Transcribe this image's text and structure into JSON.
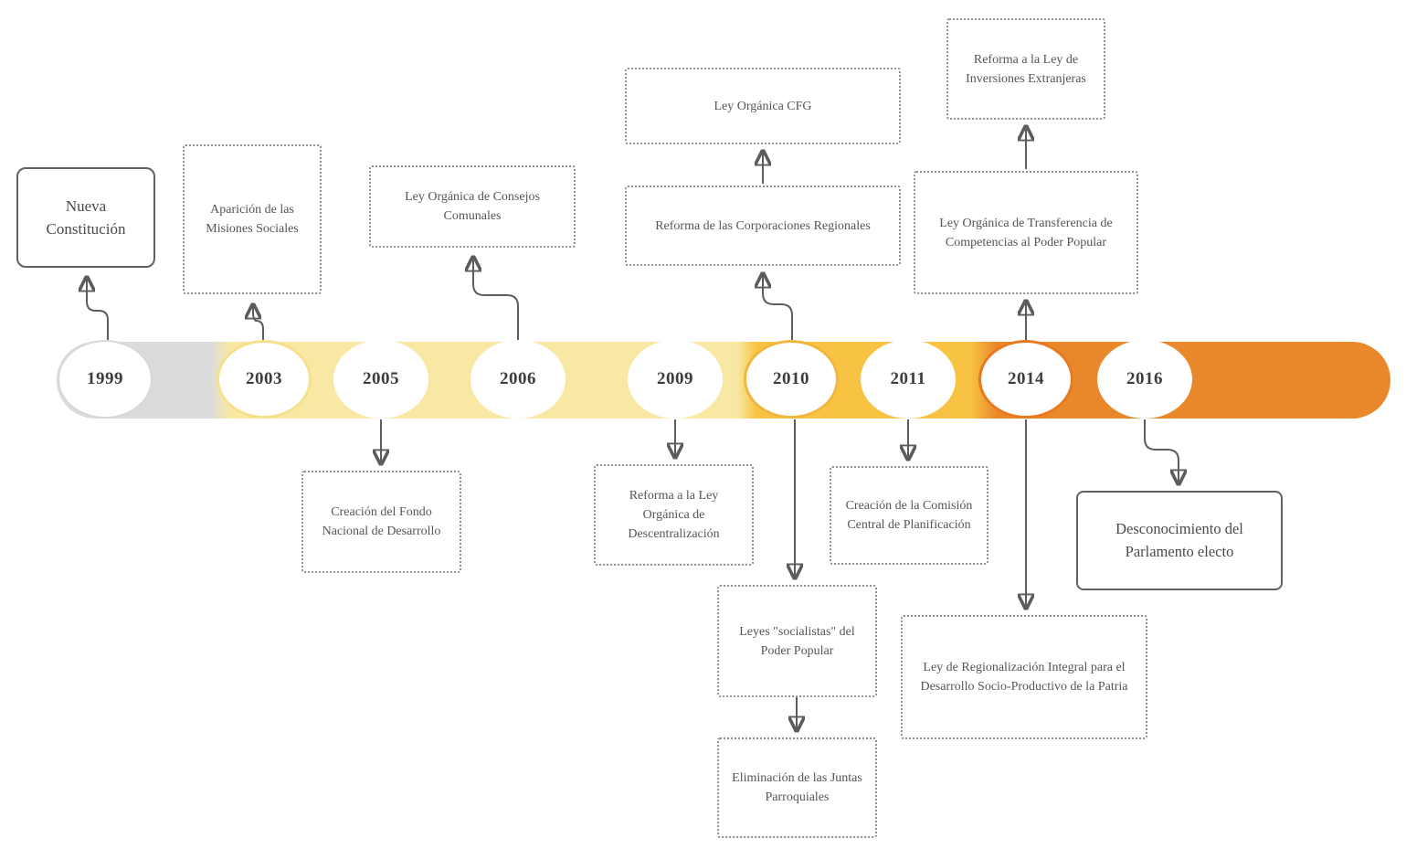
{
  "diagram": {
    "type": "timeline",
    "orientation": "horizontal",
    "bar_phase_colors": [
      "#dbdbdd",
      "#f8e8a4",
      "#f8c342",
      "#e9872b"
    ],
    "ring_colors": {
      "y1999": "#d7d7d9",
      "y2003": "#f7e08c",
      "y2010": "#f1b63e",
      "y2014": "#e8791e"
    },
    "years": [
      {
        "label": "1999"
      },
      {
        "label": "2003"
      },
      {
        "label": "2005"
      },
      {
        "label": "2006"
      },
      {
        "label": "2009"
      },
      {
        "label": "2010"
      },
      {
        "label": "2011"
      },
      {
        "label": "2014"
      },
      {
        "label": "2016"
      }
    ],
    "events": {
      "nueva": {
        "label": "Nueva Constitución",
        "style": "solid",
        "position": "above",
        "year": "1999"
      },
      "misiones": {
        "label": "Aparición de las Misiones Sociales",
        "style": "dotted",
        "position": "above",
        "year": "2003"
      },
      "consejos": {
        "label": "Ley Orgánica de Consejos Comunales",
        "style": "dotted",
        "position": "above",
        "year": "2006"
      },
      "cfg": {
        "label": "Ley Orgánica CFG",
        "style": "dotted",
        "position": "above",
        "year": "2010"
      },
      "corporaciones": {
        "label": "Reforma de las Corporaciones Regionales",
        "style": "dotted",
        "position": "above",
        "year": "2010"
      },
      "inversiones": {
        "label": "Reforma a la Ley de Inversiones Extranjeras",
        "style": "dotted",
        "position": "above",
        "year": "2014"
      },
      "transferencia": {
        "label": "Ley Orgánica de Transferencia de Competencias al Poder Popular",
        "style": "dotted",
        "position": "above",
        "year": "2014"
      },
      "fondo": {
        "label": "Creación del Fondo Nacional de Desarrollo",
        "style": "dotted",
        "position": "below",
        "year": "2005"
      },
      "descentralizacion": {
        "label": "Reforma a la Ley Orgánica de Descentralización",
        "style": "dotted",
        "position": "below",
        "year": "2009"
      },
      "comision": {
        "label": "Creación de la Comisión Central de Planificación",
        "style": "dotted",
        "position": "below",
        "year": "2011"
      },
      "socialistas": {
        "label": "Leyes \"socialistas\" del Poder Popular",
        "style": "dotted",
        "position": "below",
        "year": "2010"
      },
      "juntas": {
        "label": "Eliminación de las Juntas Parroquiales",
        "style": "dotted",
        "position": "below",
        "year": "2010"
      },
      "regionalizacion": {
        "label": "Ley de Regionalización Integral para el Desarrollo Socio-Productivo de la Patria",
        "style": "dotted",
        "position": "below",
        "year": "2014"
      },
      "parlamento": {
        "label": "Desconocimiento del Parlamento electo",
        "style": "solid",
        "position": "below",
        "year": "2016"
      }
    },
    "connections": [
      {
        "from": "1999",
        "to": "nueva"
      },
      {
        "from": "2003",
        "to": "misiones"
      },
      {
        "from": "2006",
        "to": "consejos"
      },
      {
        "from": "2010",
        "to": "corporaciones"
      },
      {
        "from": "corporaciones",
        "to": "cfg"
      },
      {
        "from": "2014",
        "to": "transferencia"
      },
      {
        "from": "transferencia",
        "to": "inversiones"
      },
      {
        "from": "2005",
        "to": "fondo"
      },
      {
        "from": "2009",
        "to": "descentralizacion"
      },
      {
        "from": "2011",
        "to": "comision"
      },
      {
        "from": "2010",
        "to": "socialistas"
      },
      {
        "from": "socialistas",
        "to": "juntas"
      },
      {
        "from": "2014",
        "to": "regionalizacion"
      },
      {
        "from": "2016",
        "to": "parlamento"
      }
    ]
  }
}
